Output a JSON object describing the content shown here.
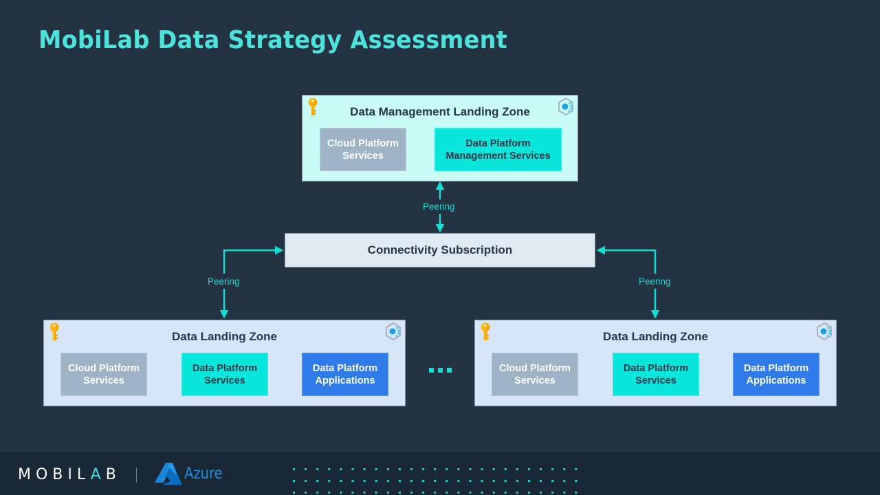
{
  "page": {
    "title": "MobiLab Data Strategy Assessment"
  },
  "diagram": {
    "management_zone": {
      "title": "Data Management Landing Zone",
      "services": [
        {
          "label_line1": "Cloud Platform",
          "label_line2": "Services",
          "style": "gray"
        },
        {
          "label_line1": "Data Platform",
          "label_line2": "Management Services",
          "style": "cyan"
        }
      ]
    },
    "connectivity": {
      "title": "Connectivity Subscription"
    },
    "peering_labels": {
      "top": "Peering",
      "left": "Peering",
      "right": "Peering"
    },
    "data_zones": [
      {
        "title": "Data Landing Zone",
        "services": [
          {
            "label_line1": "Cloud Platform",
            "label_line2": "Services",
            "style": "gray"
          },
          {
            "label_line1": "Data Platform",
            "label_line2": "Services",
            "style": "cyan"
          },
          {
            "label_line1": "Data Platform",
            "label_line2": "Applications",
            "style": "blue"
          }
        ]
      },
      {
        "title": "Data Landing Zone",
        "services": [
          {
            "label_line1": "Cloud Platform",
            "label_line2": "Services",
            "style": "gray"
          },
          {
            "label_line1": "Data Platform",
            "label_line2": "Services",
            "style": "cyan"
          },
          {
            "label_line1": "Data Platform",
            "label_line2": "Applications",
            "style": "blue"
          }
        ]
      }
    ],
    "icons": {
      "zone_corner_left": "key-icon",
      "zone_corner_right": "management-group-icon",
      "more_zones": "ellipsis-icon"
    },
    "colors": {
      "background": "#243342",
      "title": "#4de3dc",
      "arrow": "#12ddd5",
      "mgmt_zone_fill": "#c9fbf7",
      "data_zone_fill": "#d6e5f7",
      "service_gray": "#9fb3c6",
      "service_cyan": "#09e6dc",
      "service_blue": "#2f7be9"
    }
  },
  "footer": {
    "brand_prefix": "MOBIL",
    "brand_accent": "A",
    "brand_suffix": "B",
    "partner": "Azure"
  }
}
